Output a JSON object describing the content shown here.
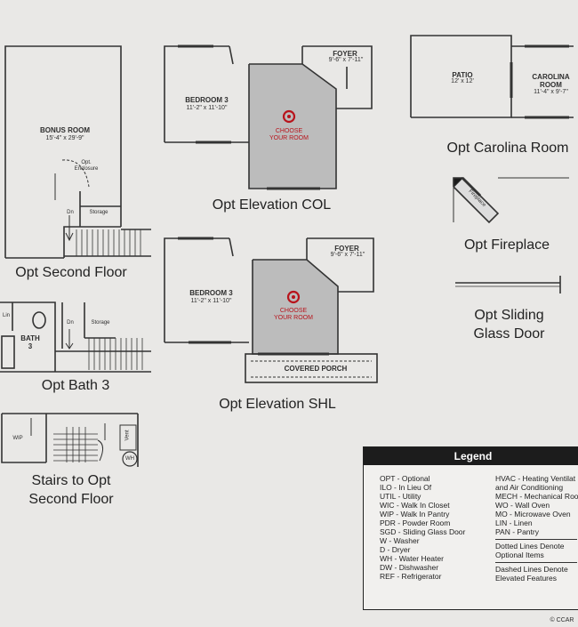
{
  "captions": {
    "second_floor": "Opt Second Floor",
    "elev_col": "Opt Elevation COL",
    "carolina": "Opt Carolina Room",
    "fireplace": "Opt Fireplace",
    "sliding_1": "Opt Sliding",
    "sliding_2": "Glass Door",
    "bath3": "Opt Bath 3",
    "elev_shl": "Opt Elevation SHL",
    "stairs_1": "Stairs to Opt",
    "stairs_2": "Second Floor"
  },
  "rooms": {
    "bonus": {
      "name": "BONUS ROOM",
      "dim": "15'-4\" x 29'-9\""
    },
    "opt_enclosure": "Opt. Enclosure",
    "storage": "Storage",
    "dn": "Dn",
    "bedroom3_col": {
      "name": "BEDROOM 3",
      "dim": "11'-2\" x 11'-10\""
    },
    "foyer_col": {
      "name": "FOYER",
      "dim": "9'-6\" x 7'-11\""
    },
    "choose_1": "CHOOSE",
    "choose_2": "YOUR ROOM",
    "patio": {
      "name": "PATIO",
      "dim": "12' x 12'"
    },
    "carolina": {
      "name": "CAROLINA",
      "name2": "ROOM",
      "dim": "11'-4\" x 9'-7\""
    },
    "fireplace_tag": "Fireplace",
    "bedroom3_shl": {
      "name": "BEDROOM 3",
      "dim": "11'-2\" x 11'-10\""
    },
    "foyer_shl": {
      "name": "FOYER",
      "dim": "9'-6\" x 7'-11\""
    },
    "covered_porch": "COVERED PORCH",
    "lin": "Lin",
    "bath3": {
      "name": "BATH",
      "num": "3"
    },
    "wip": "WIP",
    "wh": "WH",
    "vent": "Vent"
  },
  "legend": {
    "title": "Legend",
    "left": [
      "OPT - Optional",
      "ILO - In Lieu Of",
      "UTIL - Utility",
      "WIC - Walk In Closet",
      "WIP - Walk In Pantry",
      "PDR - Powder Room",
      "SGD - Sliding Glass Door",
      "W - Washer",
      "D - Dryer",
      "WH - Water Heater",
      "DW - Dishwasher",
      "REF - Refrigerator"
    ],
    "right_top": [
      "HVAC - Heating Ventilat",
      "and Air Conditioning",
      "MECH - Mechanical Roo",
      "WO - Wall Oven",
      "MO - Microwave Oven",
      "LIN - Linen",
      "PAN - Pantry"
    ],
    "right_mid": [
      "Dotted Lines Denote",
      "Optional Items"
    ],
    "right_bot": [
      "Dashed Lines Denote",
      "Elevated Features"
    ]
  },
  "watermark": "© CCAR",
  "colors": {
    "accent_red": "#b8141c",
    "shaded_room": "#bcbcbc",
    "background": "#e9e8e6"
  }
}
